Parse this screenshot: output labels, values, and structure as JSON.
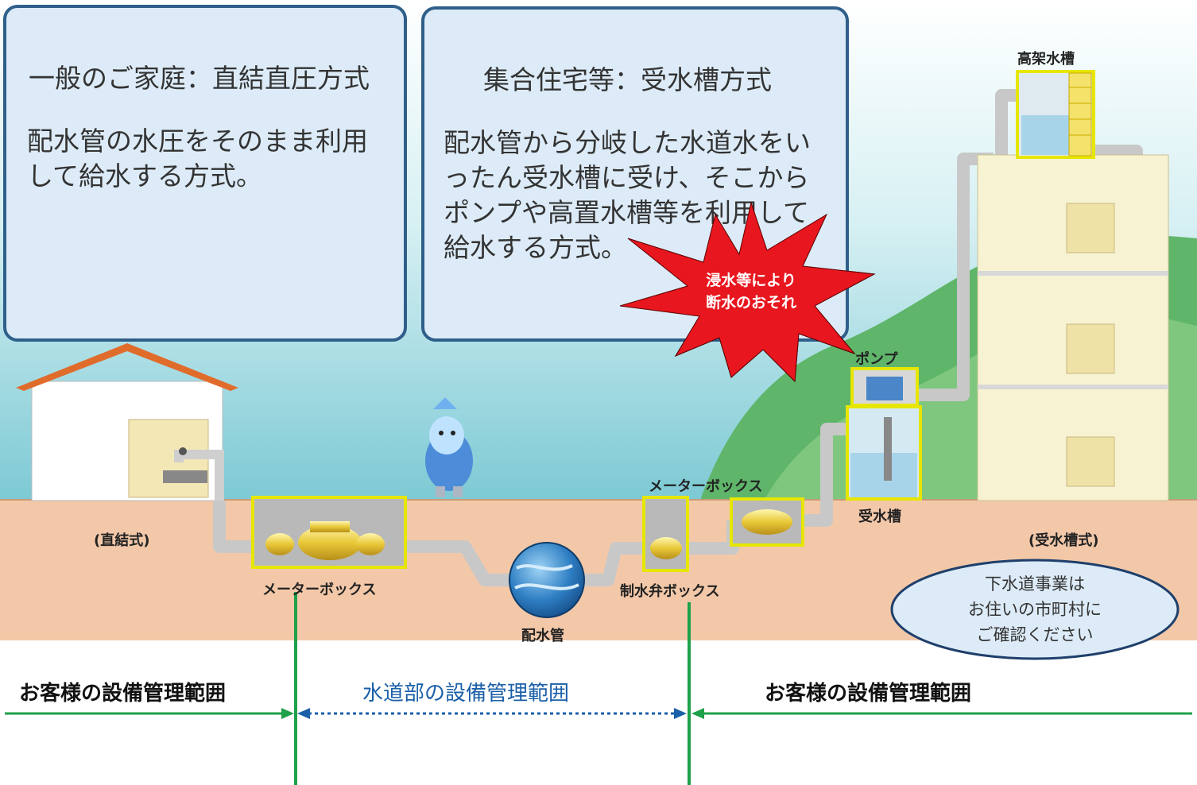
{
  "direct_box": {
    "title": "一般のご家庭：直結直圧方式",
    "line1": "配水管の水圧をそのまま利用",
    "line2": "して給水する方式。"
  },
  "tank_box": {
    "title": "集合住宅等：受水槽方式",
    "line1": "配水管から分岐した水道水をい",
    "line2": "ったん受水槽に受け、そこから",
    "line3": "ポンプや高置水槽等を利用して",
    "line4": "給水する方式。"
  },
  "warning": {
    "line1": "浸水等により",
    "line2": "断水のおそれ"
  },
  "labels": {
    "elevated_tank": "高架水槽",
    "pump": "ポンプ",
    "meter_box_left": "メーターボックス",
    "meter_box_right": "メーターボックス",
    "receiving_tank": "受水槽",
    "direct_type": "(直結式)",
    "tank_type": "(受水槽式)",
    "control_valve_box": "制水弁ボックス",
    "distribution_pipe": "配水管"
  },
  "sewer_note": {
    "line1": "下水道事業は",
    "line2": "お住いの市町村に",
    "line3": "ご確認ください"
  },
  "ranges": {
    "customer_left": "お客様の設備管理範囲",
    "waterworks": "水道部の設備管理範囲",
    "customer_right": "お客様の設備管理範囲"
  },
  "colors": {
    "box_fill": "#dcebf7",
    "box_border": "#2f5f8a",
    "range_line": "#1ea14a",
    "waterworks_arrow": "#1a5fa8",
    "warning_burst": "#e8161e"
  }
}
